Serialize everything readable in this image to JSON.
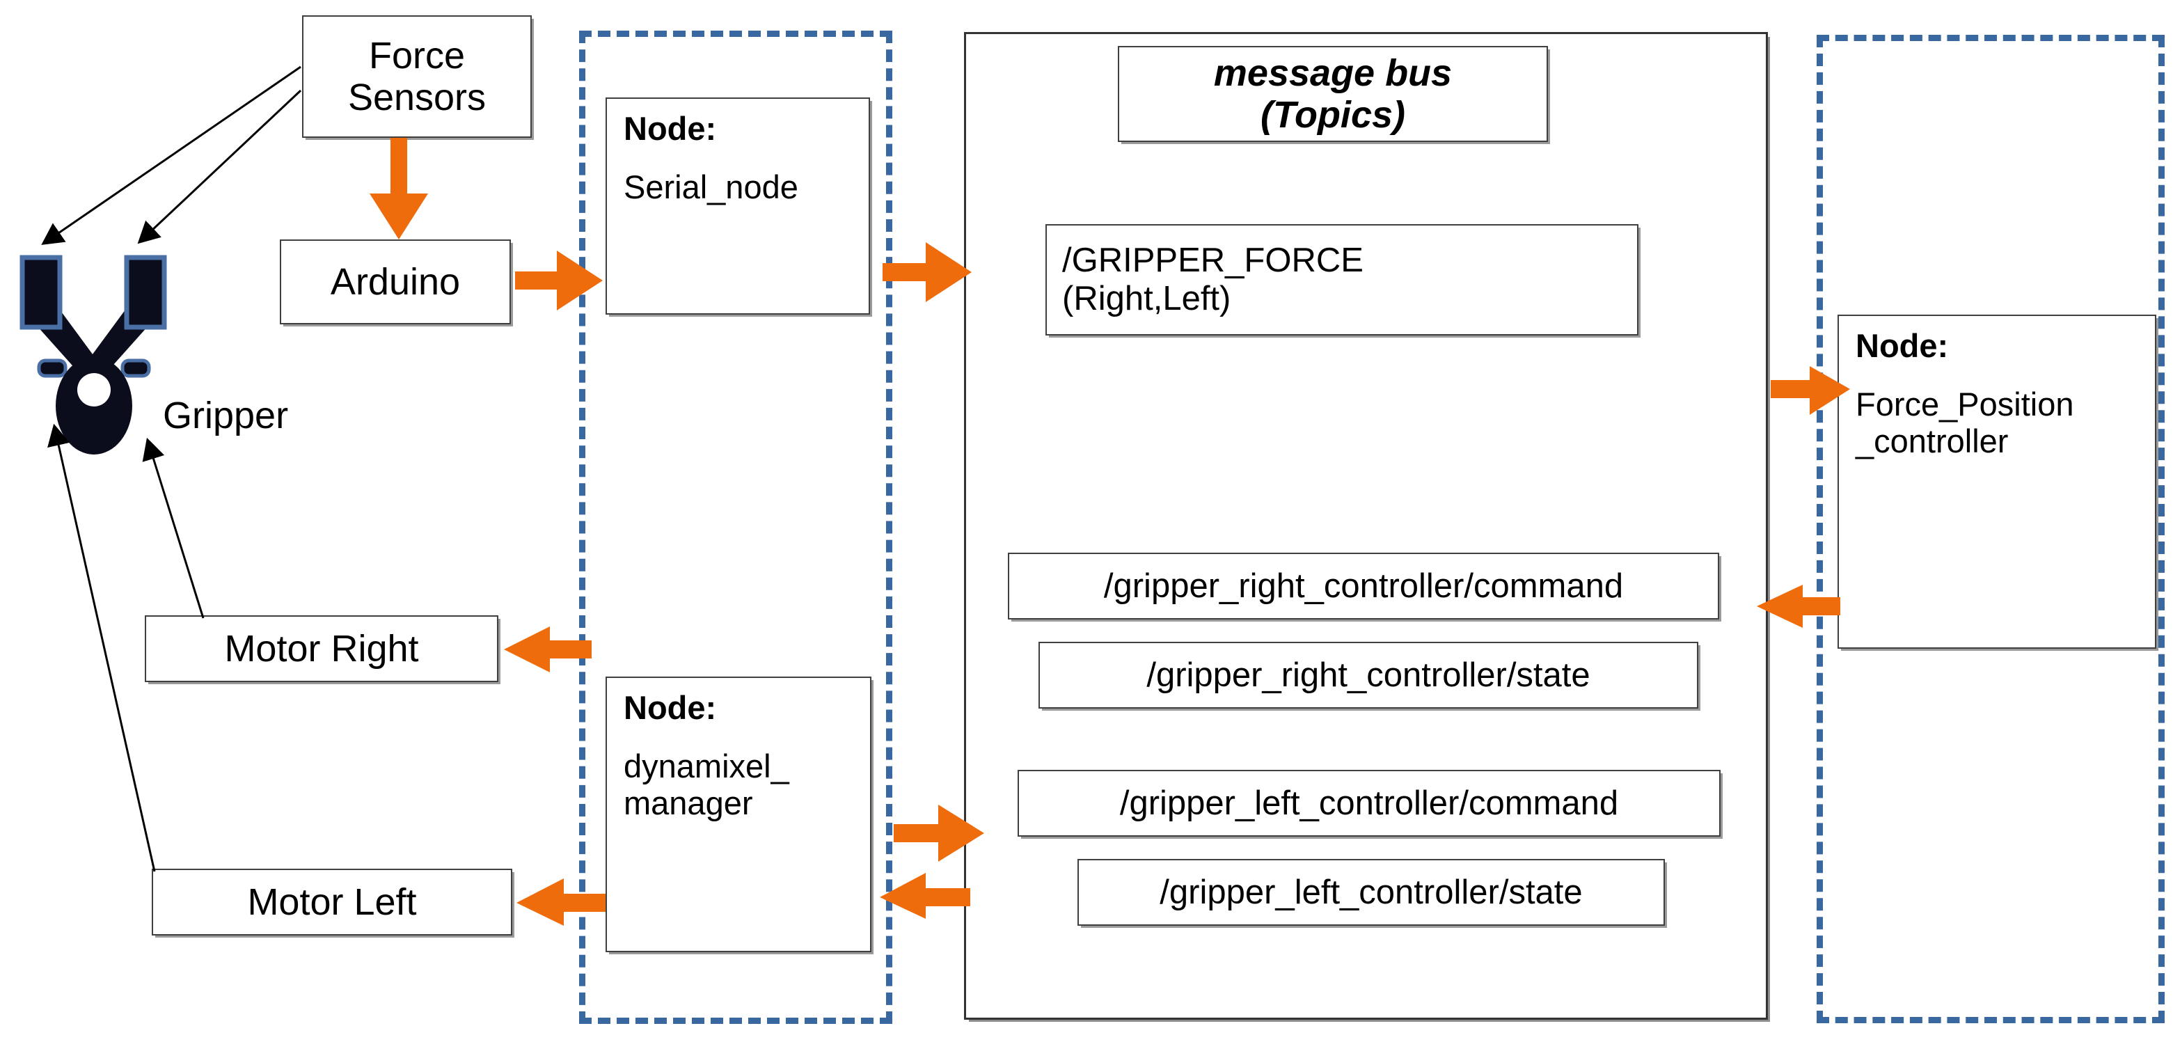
{
  "diagram": {
    "title": "ROS gripper force-position control architecture",
    "colors": {
      "arrow_orange": "#ef6c0c",
      "dashed_blue": "#39679f",
      "box_border": "#3f3f3f",
      "box_shadow": "#9a9a9a",
      "text_black": "#000000",
      "gripper_body": "#0b0d1c",
      "gripper_pad_outline": "#4a6fa5"
    }
  },
  "hardware": {
    "force_sensors": {
      "label": "Force\nSensors"
    },
    "arduino": {
      "label": "Arduino"
    },
    "gripper": {
      "label": "Gripper"
    },
    "motor_right": {
      "label": "Motor Right"
    },
    "motor_left": {
      "label": "Motor Left"
    }
  },
  "nodes_left_group": {
    "serial_node": {
      "kicker": "Node:",
      "name": "Serial_node"
    },
    "dynamixel_manager": {
      "kicker": "Node:",
      "name": "dynamixel_\nmanager"
    }
  },
  "nodes_right_group": {
    "force_position_controller": {
      "kicker": "Node:",
      "name": "Force_Position\n_controller"
    }
  },
  "message_bus": {
    "heading": "message bus\n(Topics)",
    "topics": [
      {
        "id": "gripper-force",
        "label": "/GRIPPER_FORCE\n(Right,Left)"
      },
      {
        "id": "gripper-right-controller-command",
        "label": "/gripper_right_controller/command"
      },
      {
        "id": "gripper-right-controller-state",
        "label": "/gripper_right_controller/state"
      },
      {
        "id": "gripper-left-controller-command",
        "label": "/gripper_left_controller/command"
      },
      {
        "id": "gripper-left-controller-state",
        "label": "/gripper_left_controller/state"
      }
    ]
  },
  "connections": [
    {
      "id": "force-sensors-to-arduino",
      "from": "Force Sensors",
      "to": "Arduino",
      "style": "orange",
      "direction": "down"
    },
    {
      "id": "arduino-to-serial-node",
      "from": "Arduino",
      "to": "Serial_node",
      "style": "orange",
      "direction": "right"
    },
    {
      "id": "serial-node-to-gripper-force",
      "from": "Serial_node",
      "to": "/GRIPPER_FORCE",
      "style": "orange",
      "direction": "right"
    },
    {
      "id": "gripper-force-to-controller",
      "from": "/GRIPPER_FORCE",
      "to": "Force_Position_controller",
      "style": "orange",
      "direction": "right"
    },
    {
      "id": "controller-to-right-command",
      "from": "Force_Position_controller",
      "to": "/gripper_right_controller/command",
      "style": "orange",
      "direction": "left"
    },
    {
      "id": "left-command-to-dynamixel",
      "from": "/gripper_left_controller/command",
      "to": "dynamixel_manager",
      "style": "orange",
      "direction": "right"
    },
    {
      "id": "dynamixel-to-left-state",
      "from": "dynamixel_manager",
      "to": "/gripper_left_controller/state",
      "style": "orange",
      "direction": "left"
    },
    {
      "id": "dynamixel-to-motor-right",
      "from": "dynamixel_manager",
      "to": "Motor Right",
      "style": "orange",
      "direction": "left"
    },
    {
      "id": "dynamixel-to-motor-left",
      "from": "dynamixel_manager",
      "to": "Motor Left",
      "style": "orange",
      "direction": "left"
    },
    {
      "id": "force-sensors-to-gripper-tip-left",
      "from": "Force Sensors",
      "to": "Gripper left fingertip",
      "style": "thin-black",
      "direction": "down-left"
    },
    {
      "id": "force-sensors-to-gripper-tip-right",
      "from": "Force Sensors",
      "to": "Gripper right fingertip",
      "style": "thin-black",
      "direction": "down-left"
    },
    {
      "id": "motor-left-to-gripper",
      "from": "Motor Left",
      "to": "Gripper",
      "style": "thin-black",
      "direction": "up"
    },
    {
      "id": "motor-right-to-gripper",
      "from": "Motor Right",
      "to": "Gripper",
      "style": "thin-black",
      "direction": "up-left"
    }
  ]
}
